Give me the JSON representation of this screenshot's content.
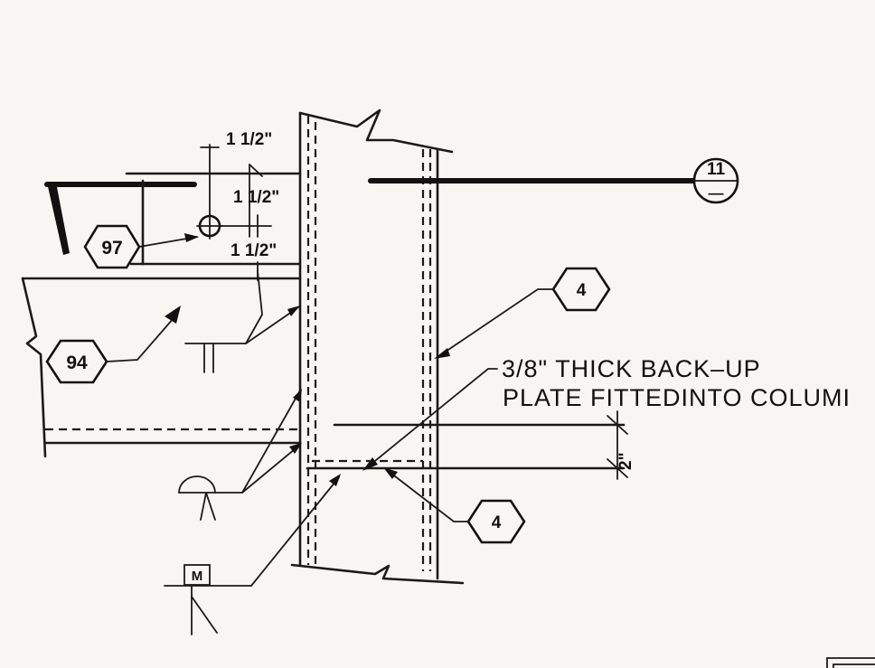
{
  "dimensions": {
    "d1": "1 1/2\"",
    "d2": "1 1/2\"",
    "d3": "1 1/2\"",
    "d4": "2\""
  },
  "callouts": {
    "c97": "97",
    "c94": "94",
    "c4_upper": "4",
    "c4_lower": "4",
    "c11_top": "11",
    "c11_bottom": "—",
    "weld_m": "M"
  },
  "note": {
    "line1": "3/8\" THICK BACK–UP",
    "line2": "PLATE FITTEDINTO COLUMI"
  }
}
